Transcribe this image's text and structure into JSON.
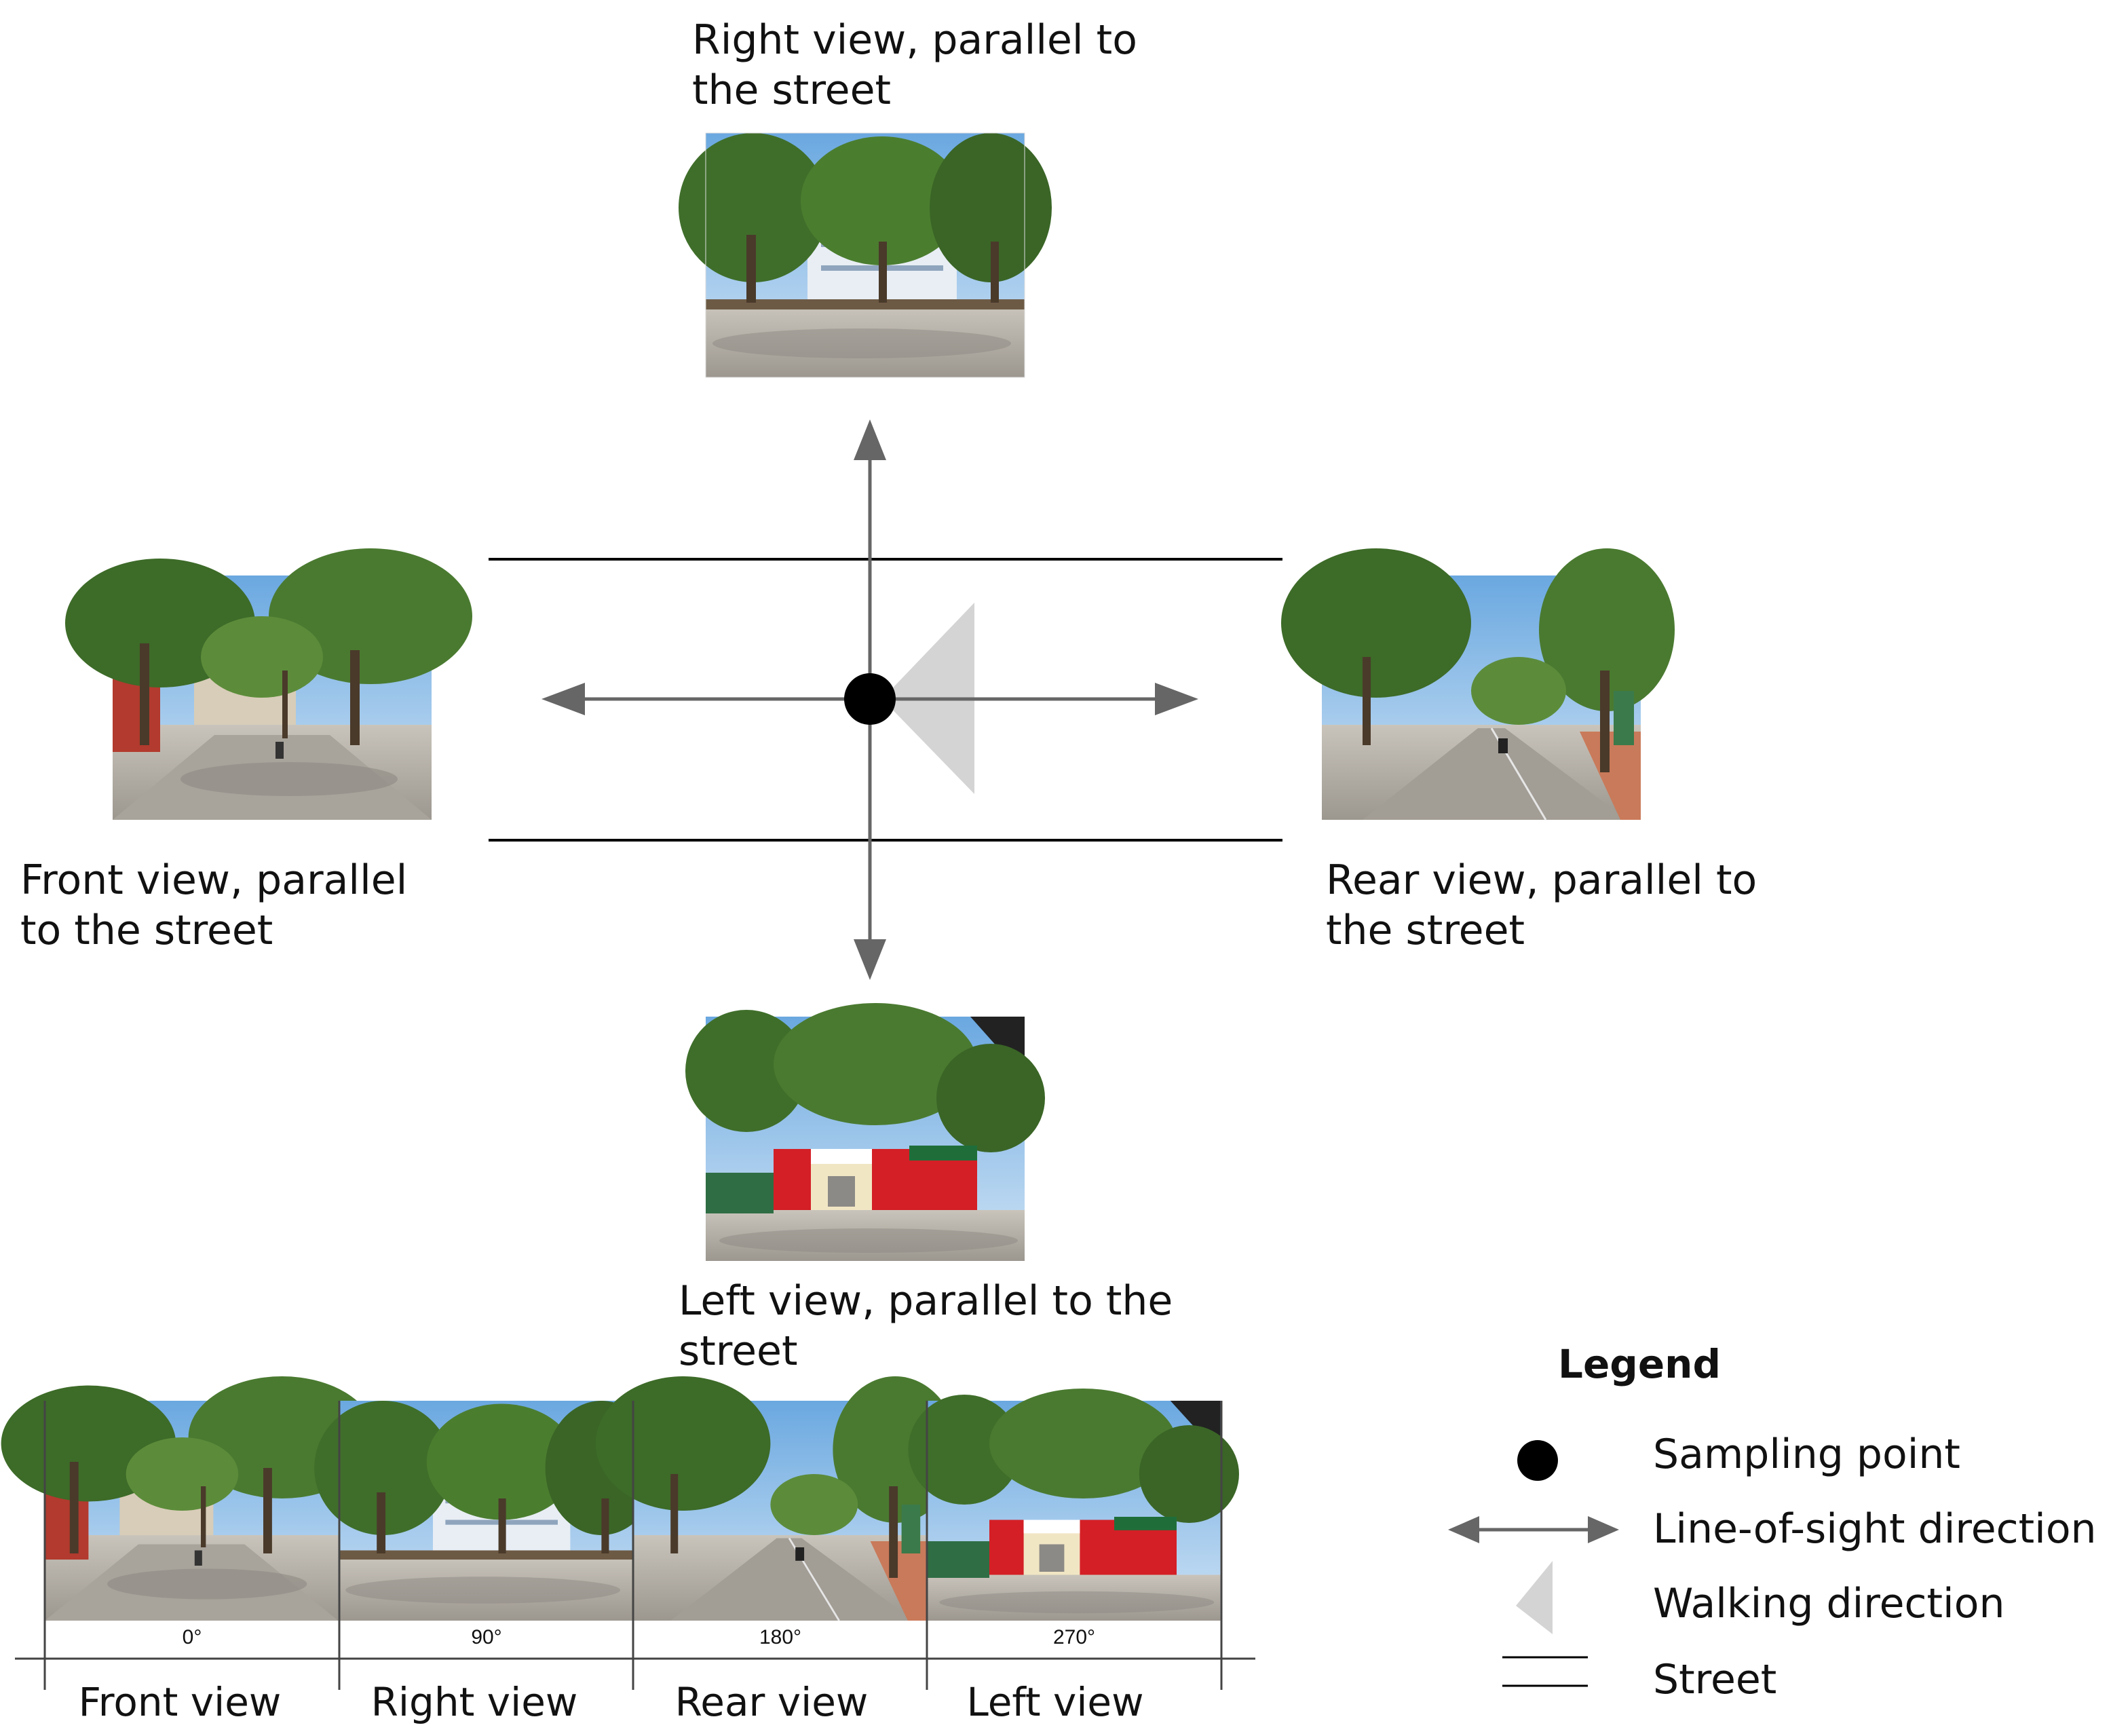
{
  "views": {
    "right": {
      "label": "Right view, parallel to\nthe street"
    },
    "front": {
      "label": "Front view, parallel\nto the street"
    },
    "rear": {
      "label": "Rear view, parallel to\nthe street"
    },
    "left": {
      "label": "Left view, parallel to the\nstreet"
    }
  },
  "panorama": {
    "segments": [
      {
        "angle": "0°",
        "name": "Front view"
      },
      {
        "angle": "90°",
        "name": "Right view"
      },
      {
        "angle": "180°",
        "name": "Rear view"
      },
      {
        "angle": "270°",
        "name": "Left view"
      }
    ]
  },
  "legend": {
    "title": "Legend",
    "items": [
      {
        "label": "Sampling point",
        "icon": "filled-circle"
      },
      {
        "label": "Line-of-sight direction",
        "icon": "double-arrow"
      },
      {
        "label": "Walking direction",
        "icon": "gray-triangle"
      },
      {
        "label": "Street",
        "icon": "parallel-lines"
      }
    ]
  },
  "colors": {
    "arrow": "#666666",
    "walking_direction": "#d4d4d4",
    "sampling_point": "#000000",
    "street_line": "#000000",
    "sky": "#7fb5e6",
    "foliage": "#3f6e2a",
    "road": "#b6b2ab",
    "shop_red": "#d41f26"
  }
}
